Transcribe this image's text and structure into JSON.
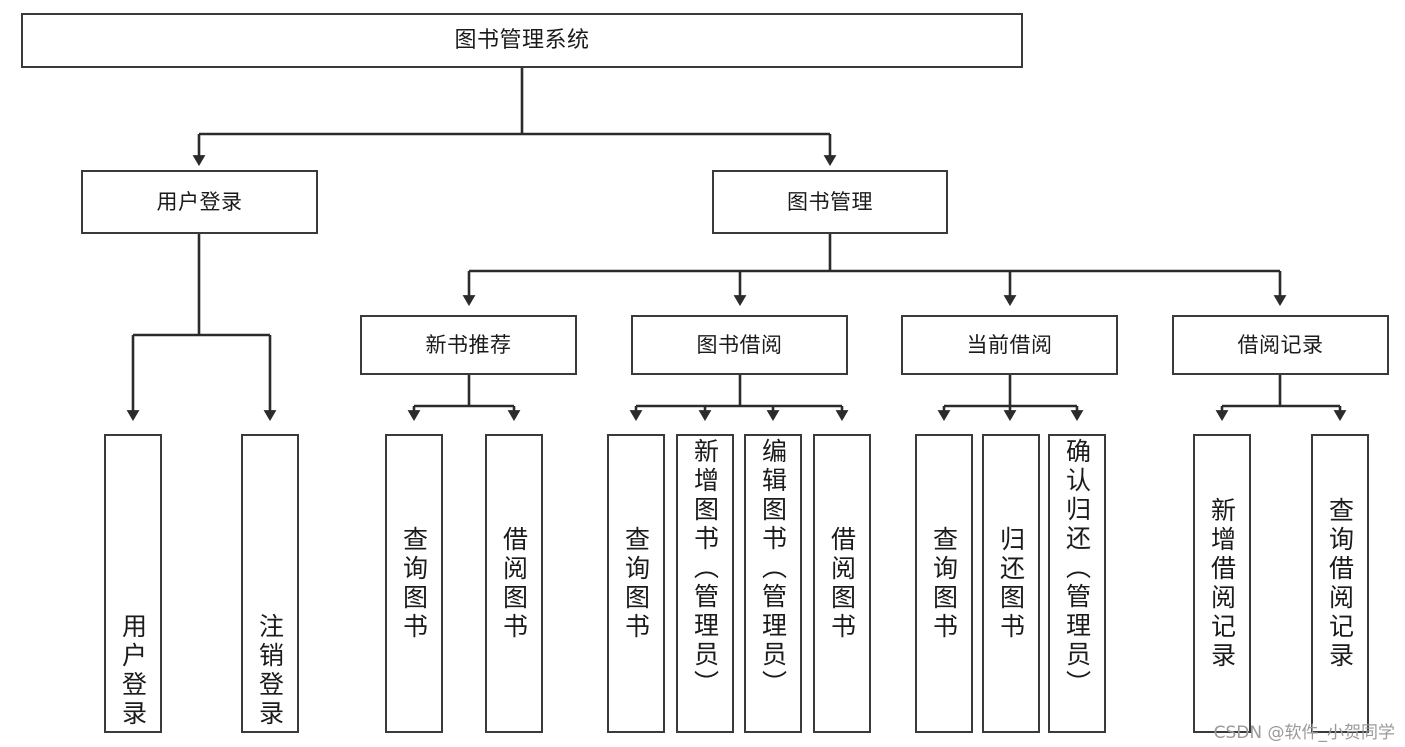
{
  "diagram": {
    "title": "图书管理系统",
    "type": "功能结构图",
    "colors": {
      "box_border": "#3a3a3a",
      "box_fill": "#ffffff",
      "connector": "#2b2b2b",
      "text": "#1b1b1b",
      "watermark": "#9a9a9a",
      "background": "#ffffff"
    },
    "root": {
      "label": "图书管理系统"
    },
    "level1": [
      {
        "label": "用户登录"
      },
      {
        "label": "图书管理"
      }
    ],
    "level2": [
      {
        "label": "新书推荐"
      },
      {
        "label": "图书借阅"
      },
      {
        "label": "当前借阅"
      },
      {
        "label": "借阅记录"
      }
    ],
    "leaves": {
      "user_login": [
        {
          "label": "用户登录"
        },
        {
          "label": "注销登录"
        }
      ],
      "new_book_recommend": [
        {
          "label": "查询图书"
        },
        {
          "label": "借阅图书"
        }
      ],
      "book_borrow": [
        {
          "label": "查询图书"
        },
        {
          "label": "新增图书（管理员）"
        },
        {
          "label": "编辑图书（管理员）"
        },
        {
          "label": "借阅图书"
        }
      ],
      "current_borrow": [
        {
          "label": "查询图书"
        },
        {
          "label": "归还图书"
        },
        {
          "label": "确认归还（管理员）"
        }
      ],
      "borrow_record": [
        {
          "label": "新增借阅记录"
        },
        {
          "label": "查询借阅记录"
        }
      ]
    }
  },
  "watermark": {
    "text": "CSDN @软件_小贺同学"
  }
}
